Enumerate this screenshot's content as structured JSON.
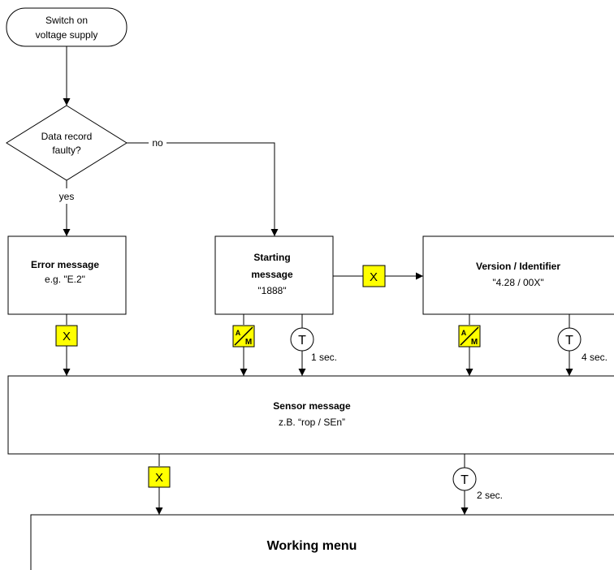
{
  "start": {
    "line1": "Switch on",
    "line2": "voltage supply"
  },
  "decision": {
    "line1": "Data record",
    "line2": "faulty?",
    "yes_label": "yes",
    "no_label": "no"
  },
  "error_box": {
    "title": "Error message",
    "detail": "e.g. \"E.2\""
  },
  "starting_box": {
    "title_line1": "Starting",
    "title_line2": "message",
    "detail": "\"1888\""
  },
  "version_box": {
    "title": "Version / Identifier",
    "detail": "\"4.28 / 00X\""
  },
  "sensor_box": {
    "title": "Sensor message",
    "detail": "z.B. “rop / SEn”"
  },
  "working_box": {
    "title": "Working menu"
  },
  "keys": {
    "x_key": "X",
    "am_key_a": "A",
    "am_key_m": "M"
  },
  "timers": {
    "symbol": "T",
    "t1": "1 sec.",
    "t2": "4 sec.",
    "t3": "2 sec."
  },
  "colors": {
    "key_fill": "#ffff00",
    "stroke": "#000000",
    "background": "#ffffff"
  }
}
